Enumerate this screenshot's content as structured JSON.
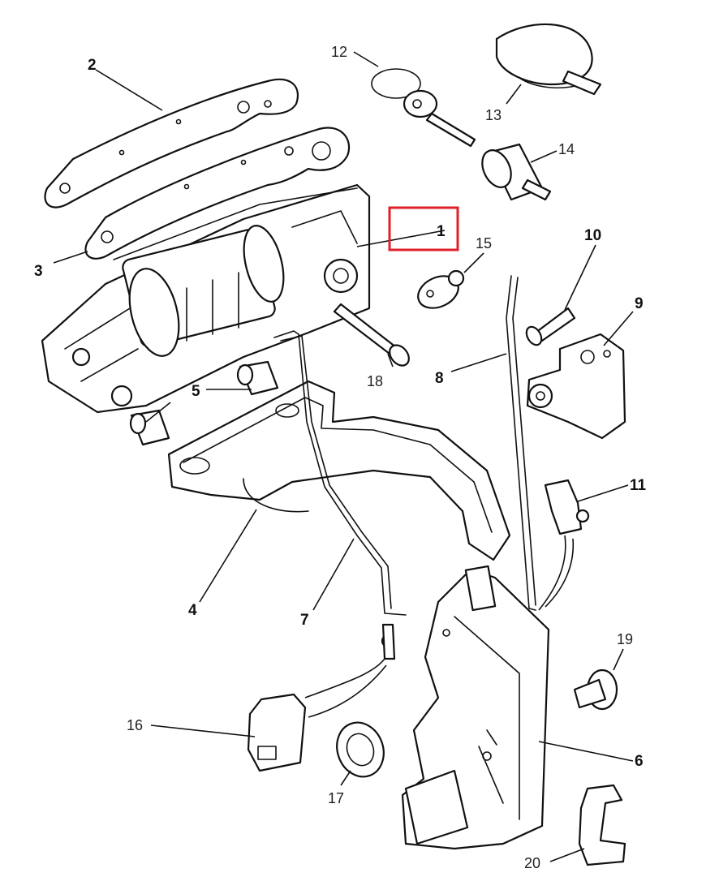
{
  "diagram": {
    "highlight_color": "#e0202a",
    "labels": {
      "p1": "1",
      "p2": "2",
      "p3": "3",
      "p4": "4",
      "p5": "5",
      "p6": "6",
      "p7": "7",
      "p8": "8",
      "p9": "9",
      "p10": "10",
      "p11": "11",
      "p12": "12",
      "p13": "13",
      "p14": "14",
      "p15": "15",
      "p16": "16",
      "p17": "17",
      "p18": "18",
      "p19": "19",
      "p20": "20"
    }
  }
}
